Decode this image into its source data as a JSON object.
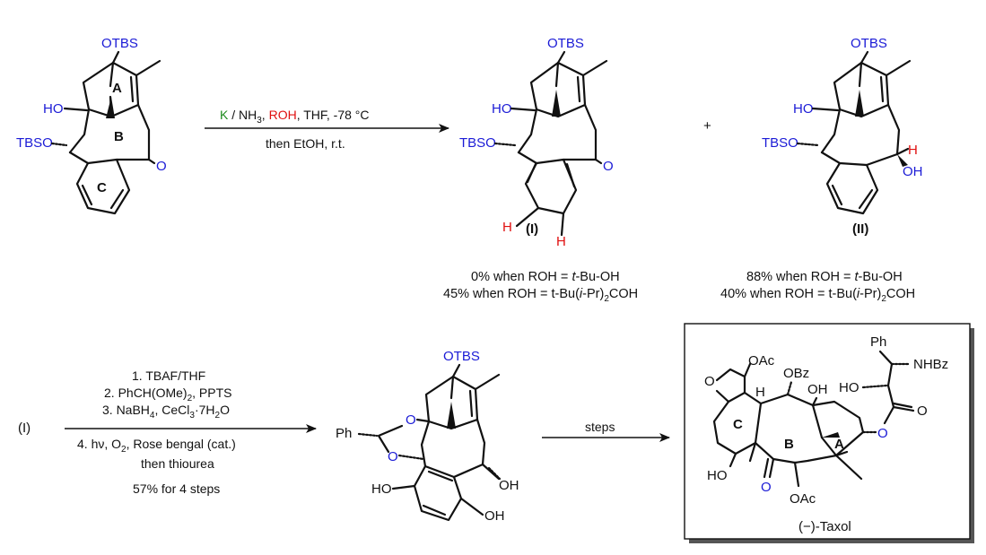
{
  "colors": {
    "blue": "#1b1bd6",
    "red": "#e01010",
    "green": "#1a8a1a",
    "black": "#111111"
  },
  "sm": {
    "otbs": "OTBS",
    "ho": "HO",
    "tbso": "TBSO",
    "o": "O",
    "ring_a": "A",
    "ring_b": "B",
    "ring_c": "C"
  },
  "reaction1": {
    "k": "K",
    "nh3_prefix": " / NH",
    "nh3_sub": "3",
    "sep": ", ",
    "roh": "ROH",
    "rest": ", THF, -78 °C",
    "then": "then EtOH, r.t."
  },
  "product1": {
    "otbs": "OTBS",
    "ho": "HO",
    "tbso": "TBSO",
    "o": "O",
    "h": "H",
    "label": "(I)",
    "yield1": "0% when ROH = ",
    "yield1_r": "t",
    "yield1_end": "-Bu-OH",
    "yield2": "45% when ROH = t-Bu(",
    "yield2_i": "i",
    "yield2_mid": "-Pr)",
    "yield2_sub": "2",
    "yield2_end": "COH"
  },
  "plus": "+",
  "product2": {
    "otbs": "OTBS",
    "ho": "HO",
    "tbso": "TBSO",
    "h": "H",
    "oh": "OH",
    "label": "(II)",
    "yield1": "88% when ROH = ",
    "yield1_r": "t",
    "yield1_end": "-Bu-OH",
    "yield2": "40% when ROH = t-Bu(",
    "yield2_i": "i",
    "yield2_mid": "-Pr)",
    "yield2_sub": "2",
    "yield2_end": "COH"
  },
  "reaction2": {
    "start": "(I)",
    "step1": "1. TBAF/THF",
    "step2": "2. PhCH(OMe)",
    "step2_sub": "2",
    "step2_end": ", PPTS",
    "step3": "3. NaBH",
    "step3_sub": "4",
    "step3_mid": ", CeCl",
    "step3_sub2": "3",
    "step3_end": "·7H",
    "step3_sub3": "2",
    "step3_end2": "O",
    "step4": "4. hν, O",
    "step4_sub": "2",
    "step4_end": ", Rose bengal (cat.)",
    "step5": "then thiourea",
    "yield": "57% for 4 steps"
  },
  "intermediate": {
    "otbs": "OTBS",
    "ph": "Ph",
    "o1": "O",
    "o2": "O",
    "oh": "OH",
    "ho": "HO",
    "oh2": "OH"
  },
  "reaction3": {
    "label": "steps"
  },
  "taxol": {
    "ph": "Ph",
    "nhbz": "NHBz",
    "oac": "OAc",
    "obz": "OBz",
    "o_ring": "O",
    "h": "H",
    "oh": "OH",
    "ho_side": "HO",
    "o_carbonyl": "O",
    "o_ester": "O",
    "ring_c": "C",
    "ring_b": "B",
    "ring_a": "A",
    "ho": "HO",
    "o_ketone": "O",
    "oac2": "OAc",
    "name": "(−)-Taxol"
  }
}
